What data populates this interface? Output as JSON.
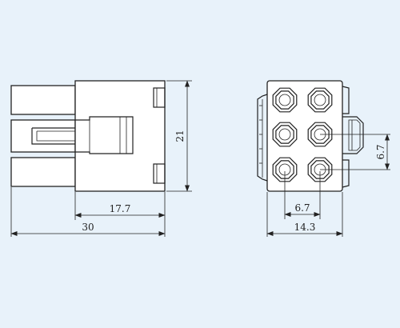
{
  "diagram": {
    "background_color": "#e8f2fa",
    "line_color": "#222222",
    "dimensions": {
      "side_width_inner": "17.7",
      "side_width_total": "30",
      "side_height": "21",
      "front_pitch": "6.7",
      "front_width": "14.3",
      "front_pitch_vertical": "6.7"
    }
  }
}
